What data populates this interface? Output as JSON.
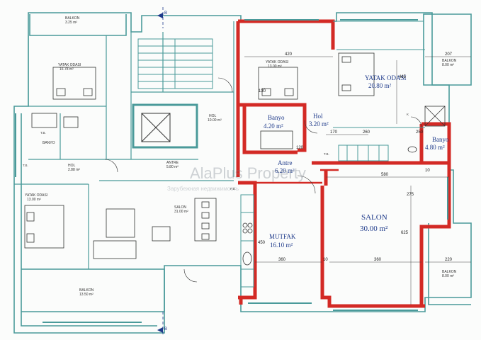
{
  "colors": {
    "wall": "#d32a25",
    "outline": "#4a9a9a",
    "ink": "#333333",
    "room_label": "#1e3a8a",
    "watermark": "rgba(120,130,140,0.35)"
  },
  "highlighted_rooms": {
    "yatak_odasi": {
      "name": "YATAK ODASI",
      "area": "20.80 m²"
    },
    "banyo_small": {
      "name": "Banyo",
      "area": "4.20 m²"
    },
    "hol": {
      "name": "Hol",
      "area": "3.20 m²"
    },
    "antre": {
      "name": "Antre",
      "area": "6.20 m²"
    },
    "banyo_right": {
      "name": "Banyo",
      "area": "4.80 m²"
    },
    "mutfak": {
      "name": "MUTFAK",
      "area": "16.10 m²"
    },
    "salon": {
      "name": "SALON",
      "area": "30.00 m²"
    }
  },
  "other_rooms": {
    "balkon_tl": {
      "name": "BALKON",
      "area": "3.25 m²"
    },
    "yatak_left": {
      "name": "YATAK ODASI",
      "area": "16.78 m²"
    },
    "yatak_mid": {
      "name": "YATAK ODASI",
      "area": "13.00 m²"
    },
    "yatak_bl": {
      "name": "YATAK ODASI",
      "area": "13.00 m²"
    },
    "salon_left": {
      "name": "SALON",
      "area": "31.00 m²"
    },
    "balkon_bottom": {
      "name": "BALKON",
      "area": "13.50 m²"
    },
    "balkon_tr": {
      "name": "BALKON",
      "area": "8.00 m²"
    },
    "balkon_br": {
      "name": "BALKON",
      "area": "8.00 m²"
    },
    "hol_left": {
      "name": "HOL",
      "area": "2.88 m²"
    },
    "hol_mid": {
      "name": "HOL",
      "area": "10.00 m²"
    },
    "antre_left": {
      "name": "ANTRE",
      "area": "5.80 m²"
    },
    "banyo_left": {
      "name": "BANYO",
      "area": ""
    }
  },
  "dimensions": {
    "d420": "420",
    "d207": "207",
    "d445": "445",
    "d170": "170",
    "d260": "260",
    "d250": "250",
    "d580": "580",
    "d275": "275",
    "d625": "625",
    "d360a": "360",
    "d360b": "360",
    "d220": "220",
    "d450": "450",
    "d10a": "10",
    "d10b": "10",
    "d130": "130",
    "d120": "120"
  },
  "labels": {
    "tb1": "T.B.",
    "tb2": "T.B.",
    "tb3": "T.B.",
    "fb": "F.B.",
    "section_a": "B",
    "section_b": "B",
    "kuzey": "K"
  },
  "watermark": {
    "main": "AlaPlus Property",
    "sub": "Зарубежная недвижимость"
  }
}
